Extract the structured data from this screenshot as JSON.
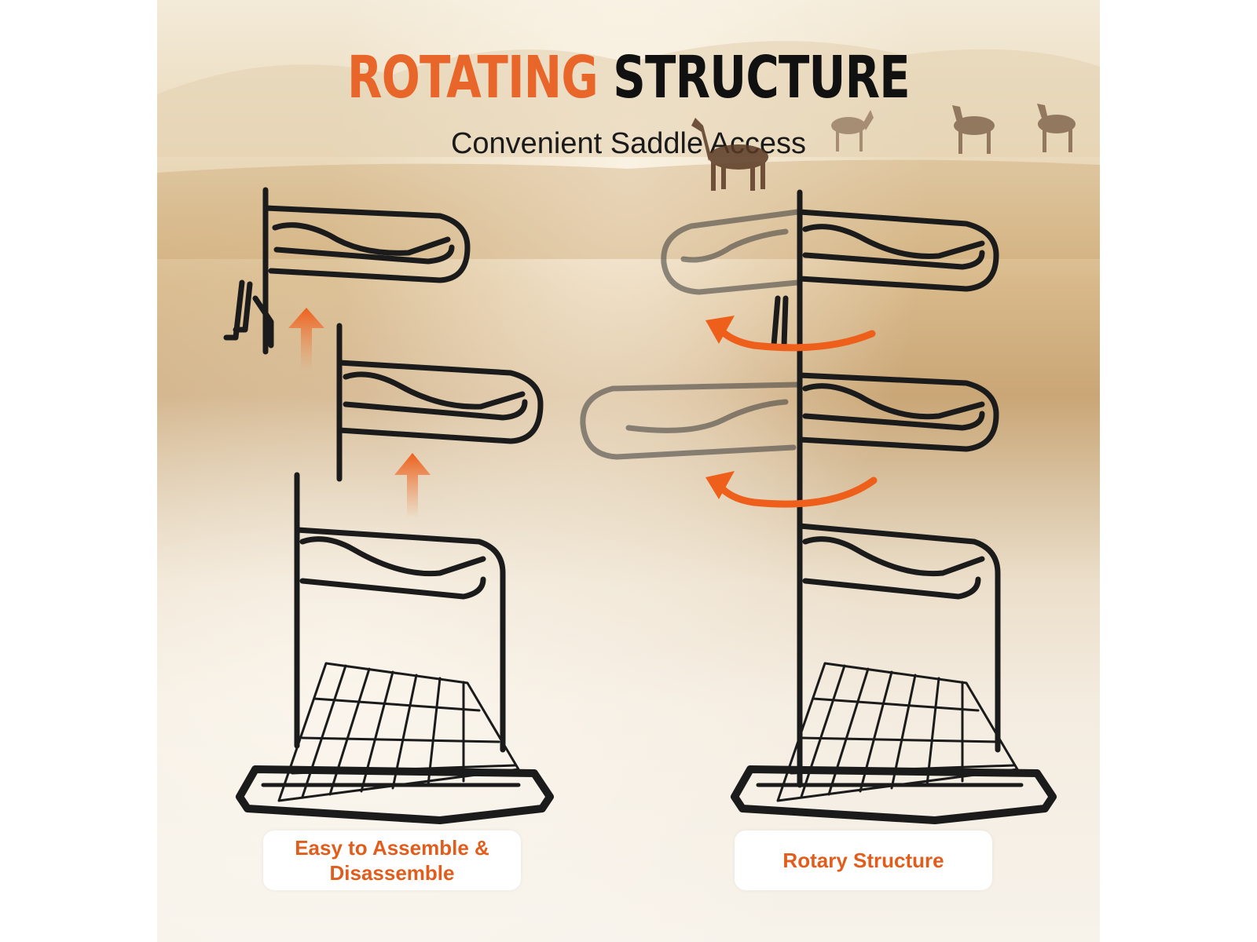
{
  "header": {
    "title_highlight": "ROTATING",
    "title_rest": "STRUCTURE",
    "subtitle": "Convenient Saddle Access"
  },
  "captions": {
    "left": "Easy to Assemble & Disassemble",
    "right": "Rotary Structure"
  },
  "colors": {
    "accent_orange": "#e8662a",
    "rack_black": "#1b1b1b",
    "background_sand": "#d8b98a"
  }
}
